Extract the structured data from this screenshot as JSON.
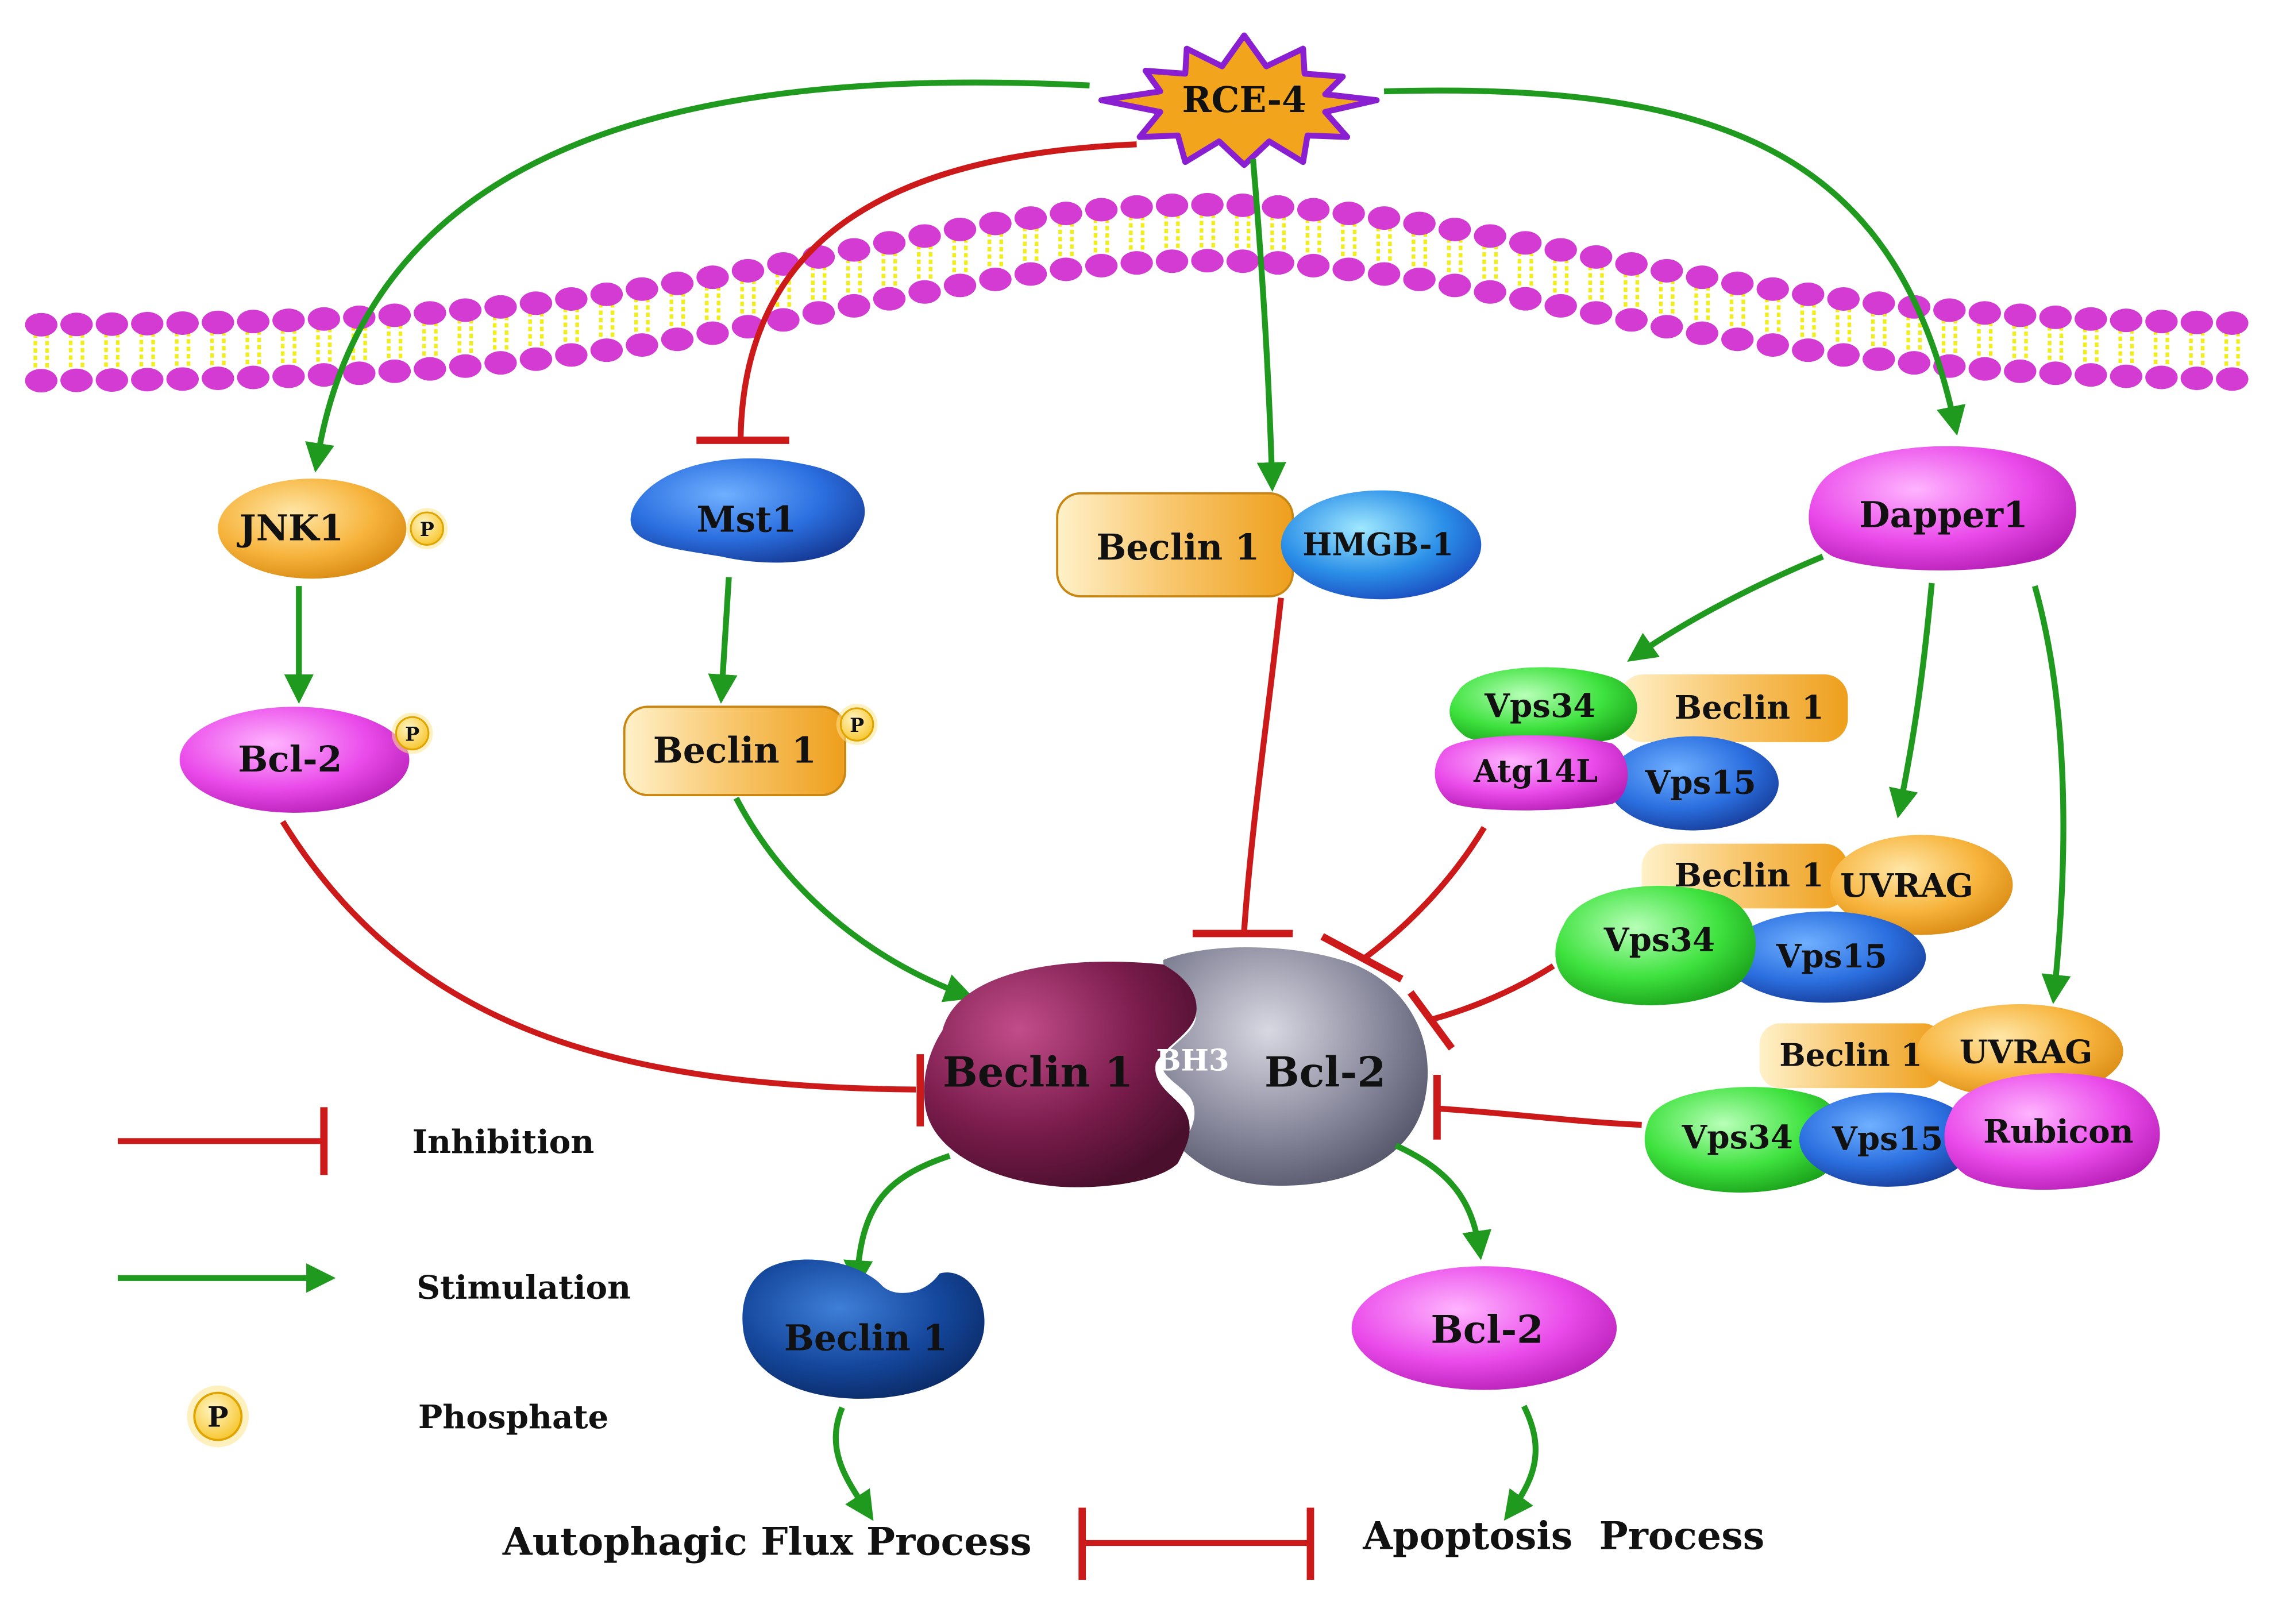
{
  "stimulus": {
    "label": "RCE-4"
  },
  "nodes": {
    "jnk1": "JNK1",
    "mst1": "Mst1",
    "beclin_hmgb": {
      "beclin": "Beclin 1",
      "hmgb": "HMGB-1"
    },
    "dapper1": "Dapper1",
    "bcl2_left": "Bcl-2",
    "beclin_p": "Beclin 1",
    "complex1": {
      "vps34": "Vps34",
      "beclin": "Beclin 1",
      "atg14l": "Atg14L",
      "vps15": "Vps15"
    },
    "complex2": {
      "beclin": "Beclin 1",
      "uvrag": "UVRAG",
      "vps34": "Vps34",
      "vps15": "Vps15"
    },
    "complex3": {
      "beclin": "Beclin 1",
      "uvrag": "UVRAG",
      "vps34": "Vps34",
      "vps15": "Vps15",
      "rubicon": "Rubicon"
    },
    "central": {
      "beclin": "Beclin 1",
      "bh3": "BH3",
      "bcl2": "Bcl-2"
    },
    "beclin_free": "Beclin 1",
    "bcl2_free": "Bcl-2"
  },
  "phosphate_symbol": "P",
  "legend": {
    "inhibition": "Inhibition",
    "stimulation": "Stimulation",
    "phosphate": "Phosphate"
  },
  "outcomes": {
    "autophagy": "Autophagic Flux Process",
    "apoptosis": "Apoptosis  Process"
  },
  "colors": {
    "stimulation_arrow": "#1f9a1f",
    "inhibition_line": "#cc1a1a",
    "membrane_head": "#d33bd3",
    "membrane_tail": "#f2ee1c",
    "star_fill": "#f2a51c",
    "star_stroke": "#8a1fd1"
  }
}
